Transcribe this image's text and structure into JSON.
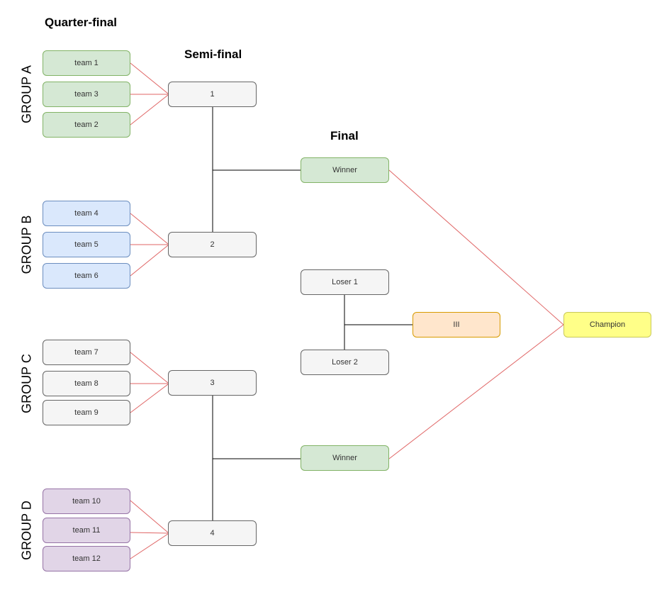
{
  "stages": {
    "quarter": "Quarter-final",
    "semi": "Semi-final",
    "final": "Final"
  },
  "groups": [
    "GROUP A",
    "GROUP B",
    "GROUP C",
    "GROUP D"
  ],
  "teams": {
    "a": [
      "team 1",
      "team 3",
      "team 2"
    ],
    "b": [
      "team 4",
      "team 5",
      "team 6"
    ],
    "c": [
      "team 7",
      "team 8",
      "team 9"
    ],
    "d": [
      "team 10",
      "team 11",
      "team 12"
    ]
  },
  "semifinals": [
    "1",
    "2",
    "3",
    "4"
  ],
  "finals": {
    "winner_top": "Winner",
    "winner_bottom": "Winner",
    "loser1": "Loser 1",
    "loser2": "Loser 2",
    "third": "III",
    "champion": "Champion"
  },
  "colors": {
    "connector_red": "#e06666",
    "connector_black": "#000000",
    "green_fill": "#d5e8d4",
    "blue_fill": "#dae8fc",
    "grey_fill": "#f5f5f5",
    "purple_fill": "#e1d5e7",
    "orange_fill": "#ffe6cc",
    "yellow_fill": "#ffff88"
  }
}
